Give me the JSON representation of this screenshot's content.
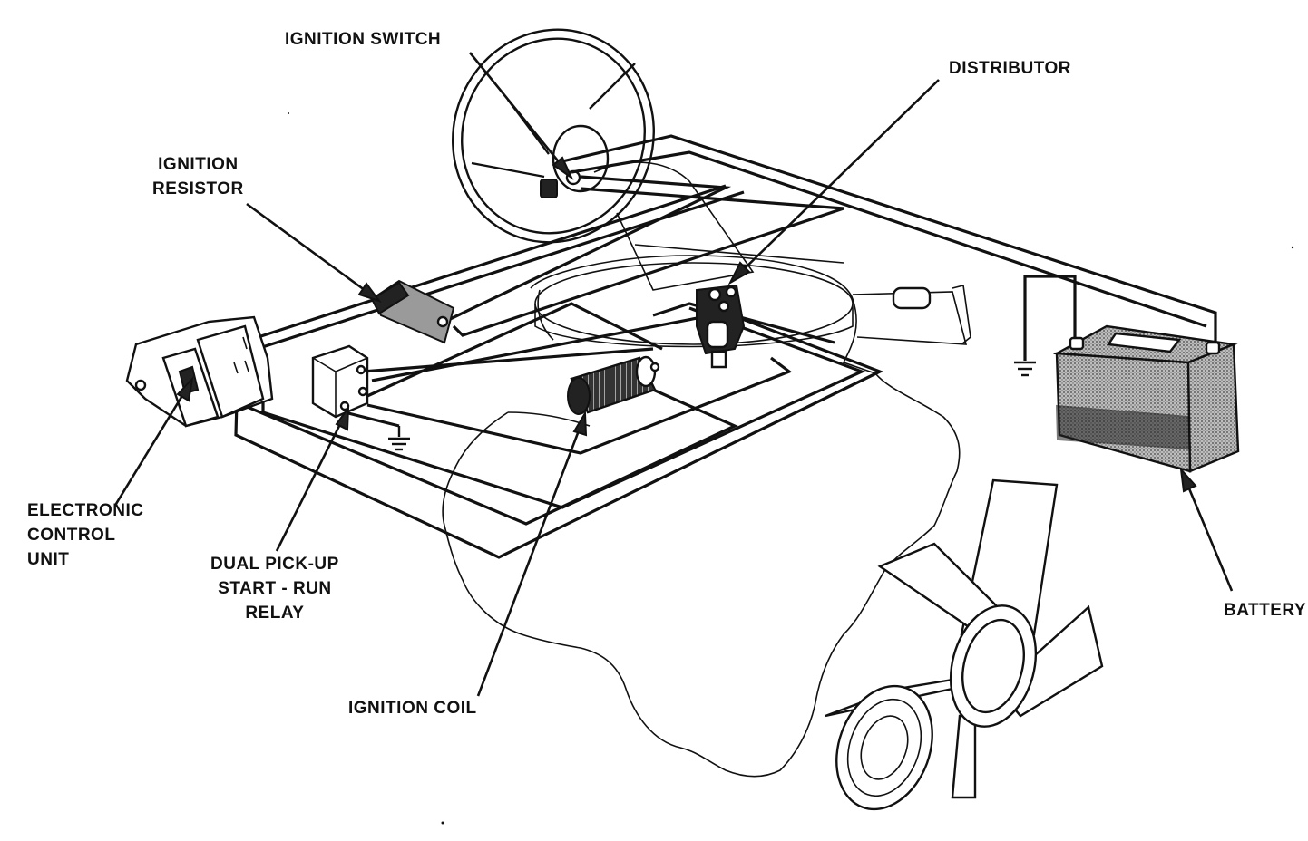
{
  "labels": {
    "ignition_switch": "IGNITION SWITCH",
    "distributor": "DISTRIBUTOR",
    "ignition_resistor": [
      "IGNITION",
      "RESISTOR"
    ],
    "electronic_control_unit": [
      "ELECTRONIC",
      "CONTROL",
      "UNIT"
    ],
    "dual_pickup_relay": [
      "DUAL PICK-UP",
      "START - RUN",
      "RELAY"
    ],
    "ignition_coil": "IGNITION COIL",
    "battery": "BATTERY"
  },
  "colors": {
    "ink": "#111111",
    "background": "#ffffff"
  }
}
